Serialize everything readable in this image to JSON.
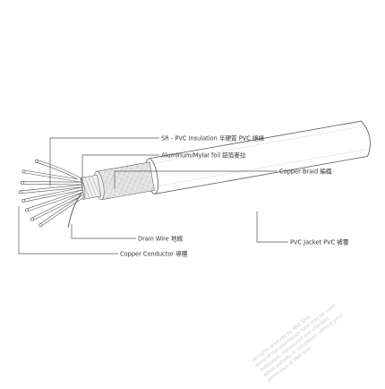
{
  "labels": {
    "insulation": "SR - PVC Insulation 半硬質 PVC 絕緣",
    "foil": "Aluminum/Mylar foil 鋁箔麥拉",
    "braid": "Copper Braid 編織",
    "jacket": "PVC Jacket PVC 被覆",
    "drain": "Drain Wire 地線",
    "conductor": "Copper Conductor 導體"
  },
  "watermark": {
    "lines": [
      "All rights reserved by Well Shin.",
      "None of the information here may be used,",
      "duplicated, reproduced and changed,",
      "either partially or completely without prior",
      "permission of Well Shin."
    ]
  },
  "colors": {
    "outline": "#555555",
    "jacket": "#ffffff",
    "braid": "#e2e2e2",
    "foil": "#f2f2f2",
    "text": "#333333",
    "watermark": "#c9c9c9"
  }
}
